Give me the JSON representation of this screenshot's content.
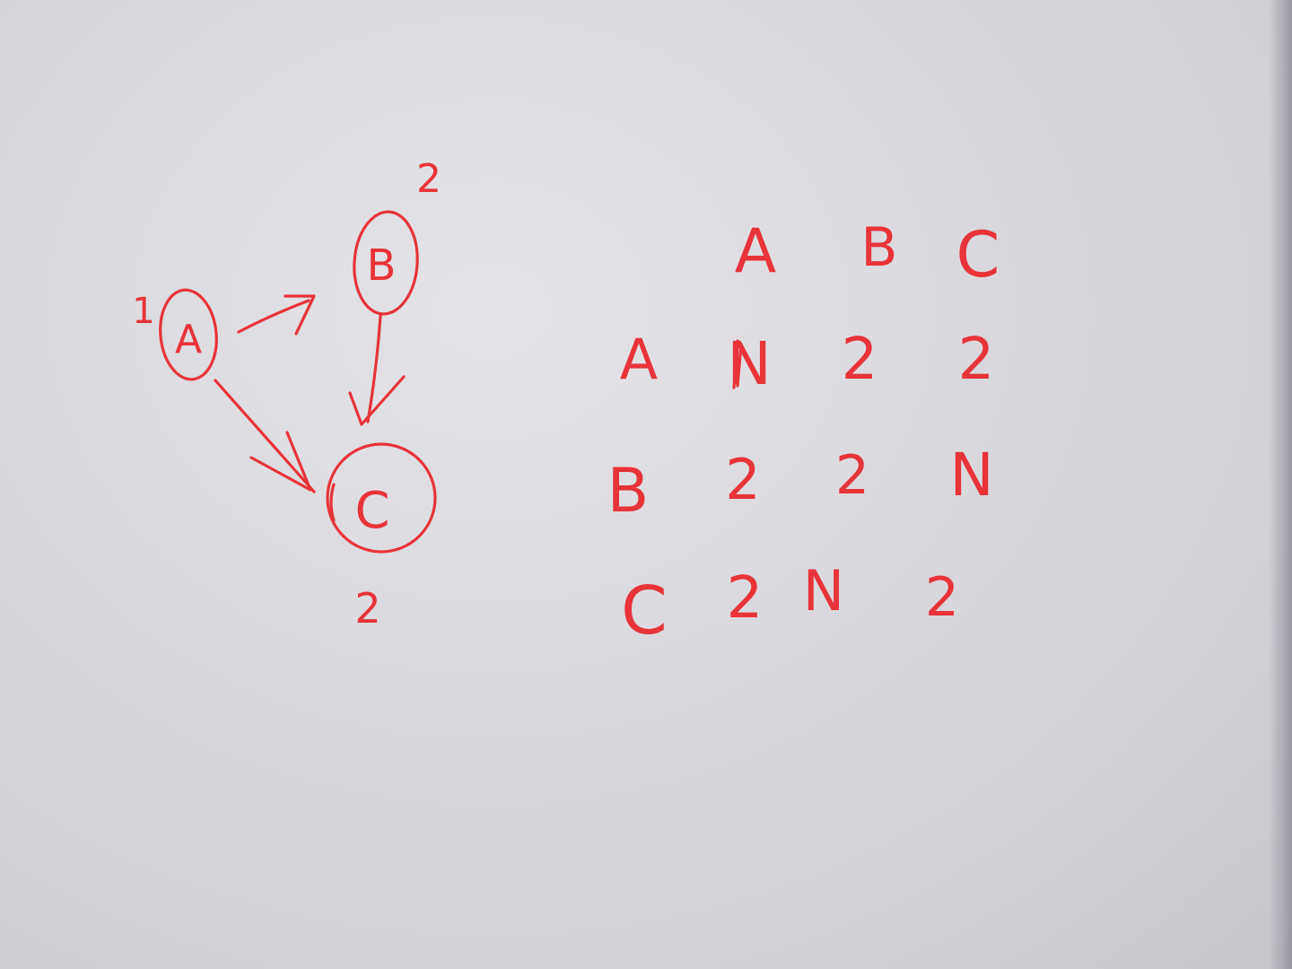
{
  "colors": {
    "ink": "#e8333a",
    "board": "#dcdbe0"
  },
  "graph": {
    "nodes": [
      {
        "id": "A",
        "label": "A",
        "weight": "1"
      },
      {
        "id": "B",
        "label": "B",
        "weight": "2"
      },
      {
        "id": "C",
        "label": "C",
        "weight": "2"
      }
    ],
    "edges": [
      {
        "from": "A",
        "to": "B"
      },
      {
        "from": "B",
        "to": "C"
      },
      {
        "from": "A",
        "to": "C"
      }
    ]
  },
  "matrix": {
    "column_headers": [
      "A",
      "B",
      "C"
    ],
    "rows": [
      {
        "header": "A",
        "cells": [
          "N",
          "2",
          "2"
        ]
      },
      {
        "header": "B",
        "cells": [
          "2",
          "2",
          "N"
        ]
      },
      {
        "header": "C",
        "cells": [
          "2",
          "N",
          "2"
        ]
      }
    ]
  }
}
